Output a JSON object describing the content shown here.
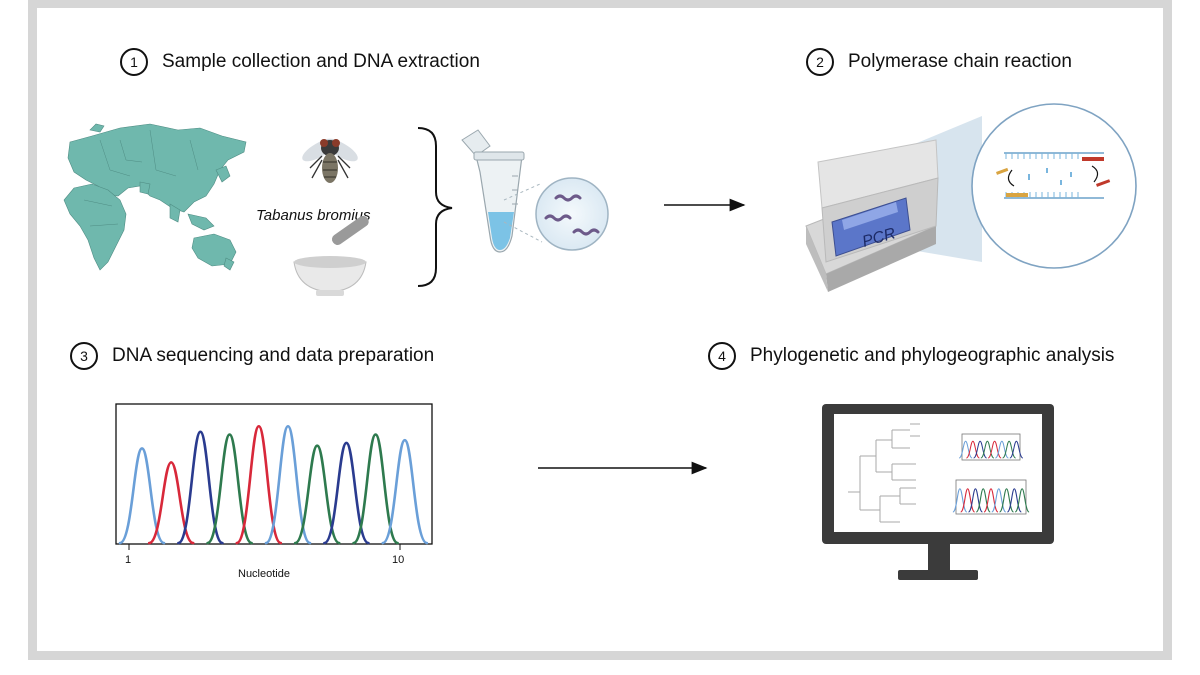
{
  "steps": [
    {
      "number": "1",
      "title": "Sample collection and DNA extraction"
    },
    {
      "number": "2",
      "title": "Polymerase chain reaction"
    },
    {
      "number": "3",
      "title": "DNA sequencing and data preparation"
    },
    {
      "number": "4",
      "title": "Phylogenetic and phylogeographic analysis"
    }
  ],
  "species_label": "Tabanus bromius",
  "pcr_label": "PCR",
  "chromatogram": {
    "xlabel": "Nucleotide",
    "tick_start": "1",
    "tick_end": "10"
  },
  "colors": {
    "map": "#6fb8ad",
    "blue": "#6a9fd8",
    "red": "#d8283a",
    "navy": "#2a3b8f",
    "green": "#2e7a4e",
    "frame": "#d6d6d6"
  },
  "icons": [
    "world-map-icon",
    "fly-icon",
    "mortar-pestle-icon",
    "brace-icon",
    "tube-icon",
    "dna-magnifier-icon",
    "pcr-machine-icon",
    "pcr-zoom-icon",
    "chromatogram-icon",
    "monitor-icon"
  ]
}
